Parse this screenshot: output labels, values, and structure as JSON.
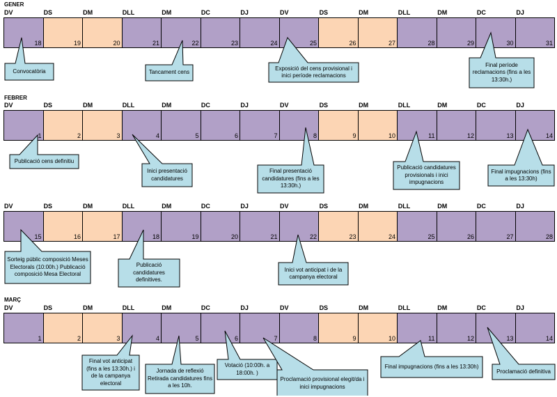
{
  "colors": {
    "weekday": "#b1a0c7",
    "weekend": "#fcd5b4",
    "callout_fill": "#b7dee8",
    "callout_border": "#000000"
  },
  "day_names": [
    "DV",
    "DS",
    "DM",
    "DLL",
    "DM",
    "DC",
    "DJ",
    "DV",
    "DS",
    "DM",
    "DLL",
    "DM",
    "DC",
    "DJ"
  ],
  "weekend_pattern": [
    false,
    true,
    true,
    false,
    false,
    false,
    false,
    false,
    true,
    true,
    false,
    false,
    false,
    false
  ],
  "rows": [
    {
      "month": "GENER",
      "days": [
        "18",
        "19",
        "20",
        "21",
        "22",
        "23",
        "24",
        "25",
        "26",
        "27",
        "28",
        "29",
        "30",
        "31"
      ]
    },
    {
      "month": "FEBRER",
      "days": [
        "1",
        "2",
        "3",
        "4",
        "5",
        "6",
        "7",
        "8",
        "9",
        "10",
        "11",
        "12",
        "13",
        "14"
      ]
    },
    {
      "month": "",
      "days": [
        "15",
        "16",
        "17",
        "18",
        "19",
        "20",
        "21",
        "22",
        "23",
        "24",
        "25",
        "26",
        "27",
        "28"
      ]
    },
    {
      "month": "MARÇ",
      "days": [
        "1",
        "2",
        "3",
        "4",
        "5",
        "6",
        "7",
        "8",
        "9",
        "10",
        "11",
        "12",
        "13",
        "14"
      ]
    }
  ],
  "callouts": [
    {
      "text": "Convocatòria"
    },
    {
      "text": "Tancament cens"
    },
    {
      "text": "Exposició del cens provisional i inici període reclamacions"
    },
    {
      "text": "Final període reclamacions (fins a les 13:30h.)"
    },
    {
      "text": "Publicació cens definitiu"
    },
    {
      "text": "Inici presentació candidatures"
    },
    {
      "text": "Final presentació candidatures (fins a les 13:30h.)"
    },
    {
      "text": "Publicació candidatures provisionals  i inici impugnacions"
    },
    {
      "text": "Final impugnacions (fins a les 13:30h)"
    },
    {
      "text": "Sorteig públic composició Meses Electorals (10:00h.) Publicació composició Mesa Electoral"
    },
    {
      "text": "Publicació candidatures definitives."
    },
    {
      "text": "Inici vot anticipat i de la campanya electoral"
    },
    {
      "text": "Final vot anticipat (fins a les 13:30h.) i de la campanya electoral"
    },
    {
      "text": "Jornada de reflexió Retirada candidatures fins a les 10h."
    },
    {
      "text": "Votació (10:00h. a 18:00h. )"
    },
    {
      "text": "Proclamació provisional elegit/da i inici impugnacions"
    },
    {
      "text": "Final impugnacions (fins a les 13:30h)"
    },
    {
      "text": "Proclamació definitiva"
    }
  ]
}
